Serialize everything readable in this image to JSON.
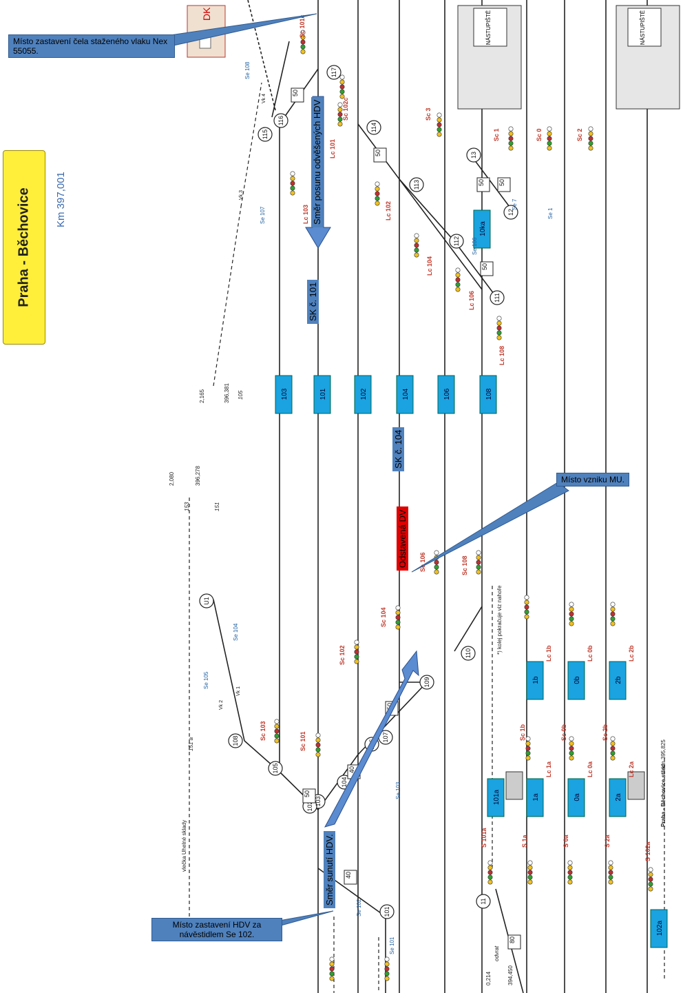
{
  "station": {
    "title": "Praha - Běchovice",
    "km": "Km 397,001"
  },
  "callouts": {
    "top": "Místo zastavení čela staženého vlaku Nex 55055.",
    "mu": "Místo vzniku MU.",
    "bottom": "Místo zastavení HDV za návěstidlem Se 102."
  },
  "labels": {
    "smer_posunu": "Směr posunu odvěšených HDV",
    "sk101": "SK č. 101",
    "sk104": "SK č. 104",
    "odstavena": "Odstavená DV",
    "smer_sunuti": "Směr sunutí HDV."
  },
  "signals": [
    "Sc 101c",
    "Lc 101",
    "Sc 102c",
    "Lc 102",
    "Lc 103",
    "Lc 104",
    "Lc 106",
    "Lc 108",
    "Sc 3",
    "Sc 1",
    "Sc 0",
    "Sc 2",
    "Se 108",
    "Se 107",
    "Se 106",
    "Se 7",
    "Se 1",
    "Sc 103",
    "Sc 101",
    "Sc 102",
    "Sc 104",
    "Sc 106",
    "Sc 108",
    "Se 105",
    "Se 104",
    "Se 102",
    "Se 101",
    "Se 103",
    "Sc 1b",
    "Sc 0b",
    "Sc 2b",
    "Lc 1b",
    "Lc 0b",
    "Lc 2b",
    "Lc 1a",
    "Lc 0a",
    "Lc 2a",
    "S 101a",
    "S 1a",
    "S 0a",
    "S 2a",
    "S 102a",
    "Vk 4",
    "Vk 3",
    "Vk 2",
    "Vk 1"
  ],
  "track_boxes": [
    "103",
    "101",
    "102",
    "104",
    "106",
    "108",
    "1b",
    "0b",
    "2b",
    "101a",
    "1a",
    "0a",
    "2a",
    "102a",
    "10ka"
  ],
  "switches": [
    "117",
    "116",
    "115",
    "114",
    "113",
    "112",
    "111",
    "13",
    "12",
    "11",
    "110",
    "109",
    "108",
    "107",
    "106",
    "105",
    "104",
    "103",
    "102",
    "101",
    "U1"
  ],
  "speeds": [
    "50",
    "50",
    "50",
    "50",
    "50",
    "50",
    "50",
    "40",
    "40",
    "80"
  ],
  "misc": {
    "vlecka": "vlečka Uhelné sklady",
    "v153": "153",
    "v151": "151",
    "v151a": "151 a",
    "v105": "105",
    "d2080": "2,080",
    "d396278": "396,278",
    "d2165": "2,165",
    "d396381": "396,381",
    "kolej": "*) kolej pokračuje viz nahoře",
    "stred": "Praha - Běchovice střed",
    "km395": "km 395,825",
    "odvrat": "odvrat",
    "d0214": "0,214",
    "d394450": "394,450",
    "nast": "NÁSTUPIŠTĚ",
    "dk": "DK"
  },
  "colors": {
    "accent": "#4f81bd",
    "track_box": "#1aa3e0",
    "title_bg": "#ffef3b",
    "red": "#e00000"
  }
}
